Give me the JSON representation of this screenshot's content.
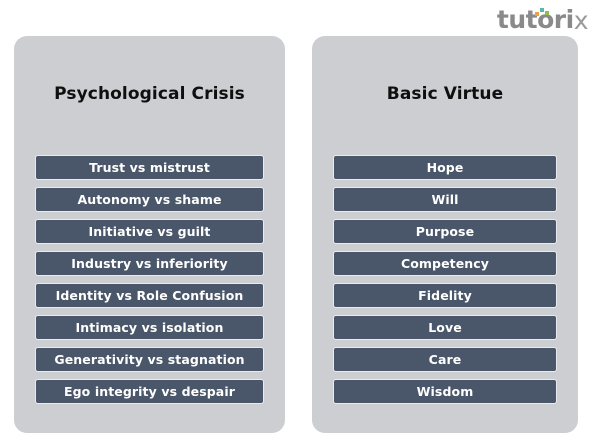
{
  "logo": {
    "text": "tutori",
    "last_letter": "x",
    "dots": [
      "orange-dot",
      "teal-dot",
      "green-dot"
    ],
    "colors": {
      "text": "#8a8a8a",
      "orange": "#e8a33d",
      "teal": "#5bb6ae",
      "green": "#8fc04a"
    }
  },
  "theme": {
    "panel_background": "#cdced2",
    "row_background": "#4a5669",
    "row_border": "#e9eaec",
    "row_text": "#ffffff",
    "title_text": "#0f0f0f",
    "page_background": "#ffffff"
  },
  "columns": [
    {
      "title": "Psychological Crisis",
      "items": [
        "Trust vs mistrust",
        "Autonomy vs shame",
        "Initiative vs guilt",
        "Industry vs inferiority",
        "Identity vs Role Confusion",
        "Intimacy vs isolation",
        "Generativity vs stagnation",
        "Ego integrity vs despair"
      ]
    },
    {
      "title": "Basic Virtue",
      "items": [
        "Hope",
        "Will",
        "Purpose",
        "Competency",
        "Fidelity",
        "Love",
        "Care",
        "Wisdom"
      ]
    }
  ]
}
